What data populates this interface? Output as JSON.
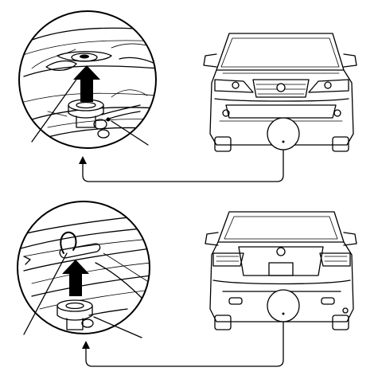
{
  "figure": {
    "panels": [
      {
        "id": "front",
        "view": "front",
        "detail": "front-jack-point-detail"
      },
      {
        "id": "rear",
        "view": "rear",
        "detail": "rear-jack-point-detail"
      }
    ],
    "colors": {
      "ink": "#000000",
      "paper": "#ffffff"
    }
  }
}
